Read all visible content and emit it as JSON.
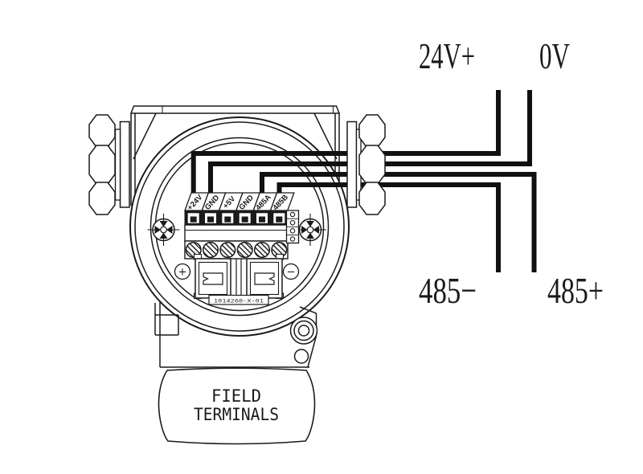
{
  "wiring": {
    "top_left_label": "24V+",
    "top_right_label": "0V",
    "bottom_left_label": "485−",
    "bottom_right_label": "485+",
    "connections": [
      {
        "terminal": "+24V",
        "external": "24V+"
      },
      {
        "terminal": "GND",
        "external": "0V"
      },
      {
        "terminal": "485A",
        "external": "485+"
      },
      {
        "terminal": "485B",
        "external": "485−"
      }
    ]
  },
  "terminal_block": {
    "labels": [
      "+24V",
      "GND",
      "+5V",
      "GND",
      "485A",
      "485B"
    ],
    "polarity_plus": "+",
    "polarity_minus": "−",
    "part_number": "1014260-X-01"
  },
  "nameplate": {
    "line1": "FIELD",
    "line2": "TERMINALS"
  },
  "colors": {
    "ink": "#1a1a1a",
    "wire": "#111111",
    "background": "#ffffff"
  }
}
